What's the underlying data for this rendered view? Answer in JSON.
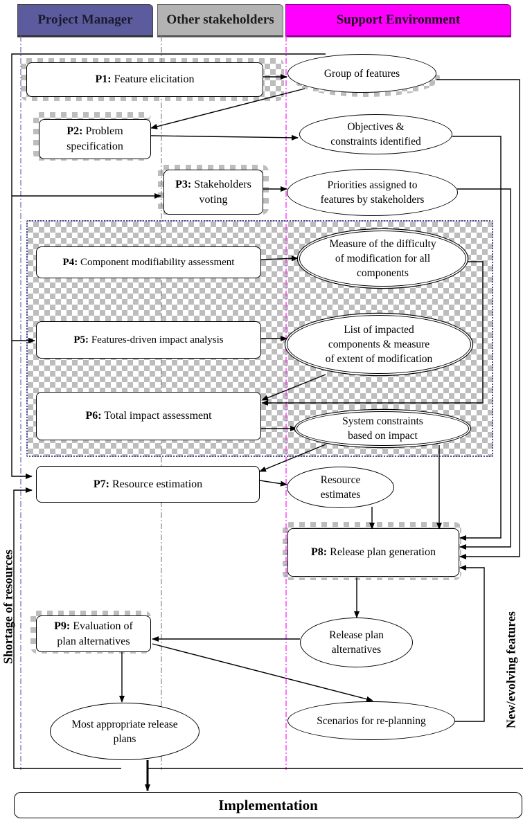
{
  "lanes": {
    "project_manager": "Project Manager",
    "other_stakeholders": "Other stakeholders",
    "support_environment": "Support Environment"
  },
  "colors": {
    "project_manager": "#5b5b9e",
    "other_stakeholders": "#b0b0b0",
    "support_environment": "#ff00ff"
  },
  "processes": {
    "p1": {
      "id": "P1:",
      "text": "Feature elicitation"
    },
    "p2": {
      "id": "P2:",
      "text": "Problem specification",
      "text_line1": "Problem",
      "text_line2": "specification"
    },
    "p3": {
      "id": "P3:",
      "text_line1": "Stakeholders",
      "text_line2": "voting"
    },
    "p4": {
      "id": "P4:",
      "text": "Component modifiability assessment"
    },
    "p5": {
      "id": "P5:",
      "text": "Features-driven impact analysis"
    },
    "p6": {
      "id": "P6:",
      "text": "Total impact assessment"
    },
    "p7": {
      "id": "P7:",
      "text": "Resource estimation"
    },
    "p8": {
      "id": "P8:",
      "text": "Release plan generation"
    },
    "p9": {
      "id": "P9:",
      "text_line1": "Evaluation of",
      "text_line2": "plan alternatives"
    }
  },
  "artifacts": {
    "group_features": "Group of features",
    "objectives": {
      "line1": "Objectives &",
      "line2": "constraints identified"
    },
    "priorities": {
      "line1": "Priorities assigned to",
      "line2": "features by stakeholders"
    },
    "difficulty": {
      "line1": "Measure of the difficulty",
      "line2": "of modification for all",
      "line3": "components"
    },
    "impacted": {
      "line1": "List of impacted",
      "line2": "components & measure",
      "line3": "of extent of modification"
    },
    "system_constraints": {
      "line1": "System constraints",
      "line2": "based on impact"
    },
    "resource_estimates": {
      "line1": "Resource",
      "line2": "estimates"
    },
    "release_alternatives": {
      "line1": "Release plan",
      "line2": "alternatives"
    },
    "scenarios": "Scenarios for re-planning",
    "most_appropriate": {
      "line1": "Most appropriate release",
      "line2": "plans"
    }
  },
  "side_labels": {
    "left": "Shortage of resources",
    "right": "New/evolving features"
  },
  "implementation": "Implementation"
}
